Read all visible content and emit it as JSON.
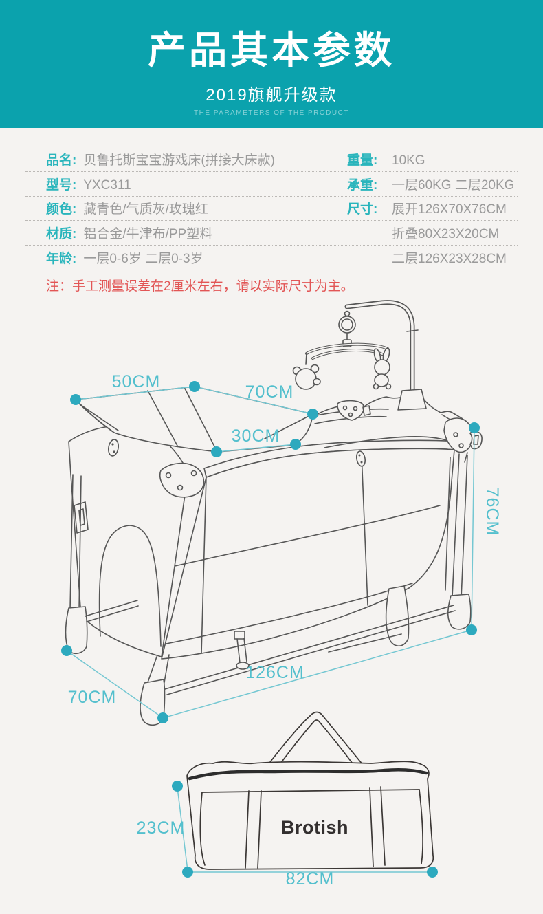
{
  "header": {
    "title": "产品其本参数",
    "subtitle": "2019旗舰升级款",
    "caption": "THE PARAMETERS OF THE PRODUCT"
  },
  "specs": {
    "rows": [
      {
        "left_label": "品名:",
        "left_value": "贝鲁托斯宝宝游戏床(拼接大床款)",
        "right_label": "重量:",
        "right_value": "10KG"
      },
      {
        "left_label": "型号:",
        "left_value": "YXC311",
        "right_label": "承重:",
        "right_value": "一层60KG 二层20KG"
      },
      {
        "left_label": "颜色:",
        "left_value": "藏青色/气质灰/玫瑰红",
        "right_label": "尺寸:",
        "right_value": "展开126X70X76CM"
      },
      {
        "left_label": "材质:",
        "left_value": "铝合金/牛津布/PP塑料",
        "right_label": "",
        "right_value": "折叠80X23X20CM"
      },
      {
        "left_label": "年龄:",
        "left_value": "一层0-6岁 二层0-3岁",
        "right_label": "",
        "right_value": "二层126X23X28CM"
      }
    ],
    "note": "注：手工测量误差在2厘米左右，请以实际尺寸为主。"
  },
  "diagram": {
    "crib_dims": {
      "mat_left": "50CM",
      "mat_top": "70CM",
      "mat_front": "30CM",
      "height": "76CM",
      "length": "126CM",
      "width": "70CM"
    },
    "bag_dims": {
      "height": "23CM",
      "length": "82CM"
    },
    "bag_logo": "Brotish"
  },
  "colors": {
    "header_teal": "#0ba2ad",
    "label_teal": "#2ab5bc",
    "dim_teal": "#53bfcd",
    "note_red": "#e25555"
  }
}
